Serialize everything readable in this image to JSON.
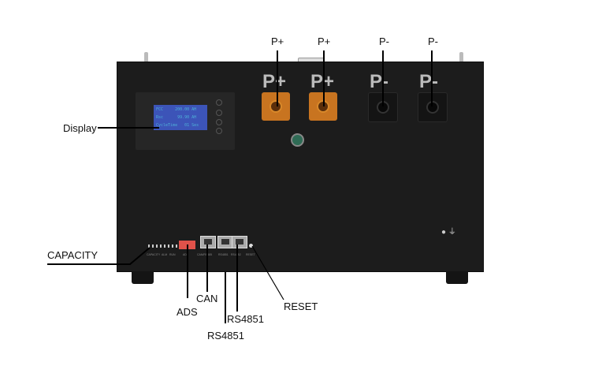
{
  "callouts": {
    "display": "Display",
    "p_plus_1": "P+",
    "p_plus_2": "P+",
    "p_minus_1": "P-",
    "p_minus_2": "P-",
    "capacity": "CAPACITY",
    "ads": "ADS",
    "can": "CAN",
    "rs4851_a": "RS4851",
    "rs4851_b": "RS4851",
    "reset": "RESET"
  },
  "device": {
    "terminal_marks": [
      "P+",
      "P+",
      "P-",
      "P-"
    ],
    "screen_lines": [
      "FCC     200.00 AH",
      "Rsc      99.90 AH",
      "CycleTime   01 Ses"
    ],
    "panel_labels": [
      "CAPACITY",
      "ALM",
      "RUN",
      "ADS",
      "CAN/RS485",
      "RS4851",
      "RS4852",
      "RESET"
    ]
  }
}
